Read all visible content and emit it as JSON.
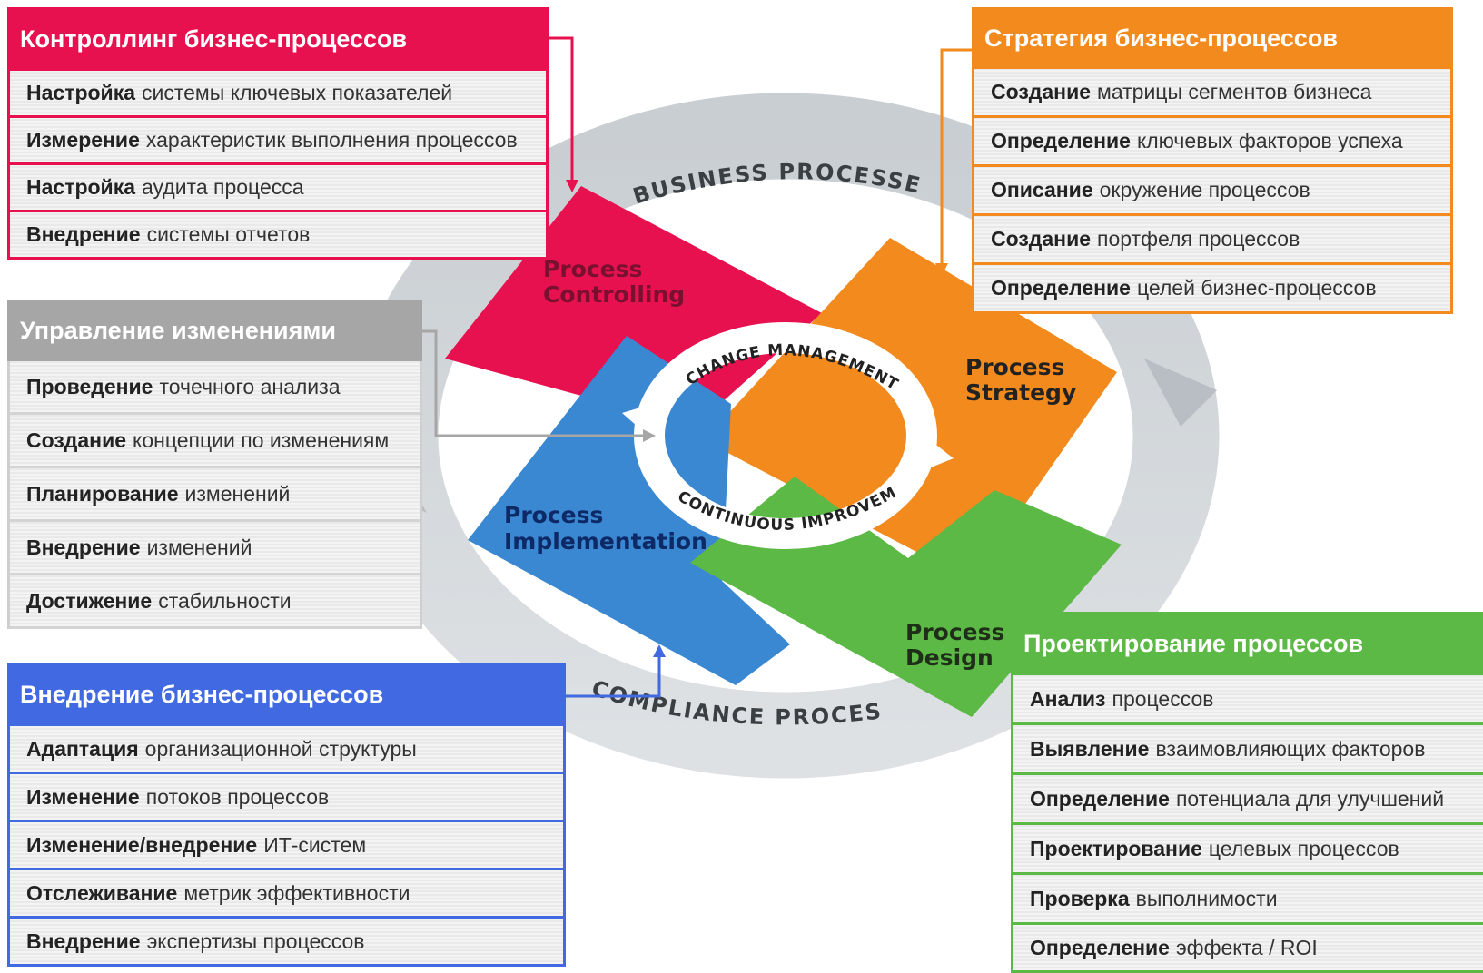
{
  "diagram": {
    "ring_top_label": "BUSINESS PROCESSES",
    "ring_bottom_label": "COMPLIANCE PROCESSES",
    "center_top_label": "CHANGE MANAGEMENT",
    "center_bottom_label": "CONTINUOUS IMPROVEMENT",
    "quadrants": {
      "controlling": [
        "Process",
        "Controlling"
      ],
      "strategy": [
        "Process",
        "Strategy"
      ],
      "implementation": [
        "Process",
        "Implementation"
      ],
      "design": [
        "Process",
        "Design"
      ]
    }
  },
  "panels": {
    "controlling": {
      "title": "Контроллинг бизнес-процессов",
      "color": "#e8114f",
      "items": [
        {
          "bold": "Настройка",
          "text": "системы ключевых показателей"
        },
        {
          "bold": "Измерение",
          "text": "характеристик выполнения процессов"
        },
        {
          "bold": "Настройка",
          "text": "аудита процесса"
        },
        {
          "bold": "Внедрение",
          "text": "системы отчетов"
        }
      ]
    },
    "change": {
      "title": "Управление изменениями",
      "color": "#a6a6a6",
      "items": [
        {
          "bold": "Проведение",
          "text": "точечного анализа"
        },
        {
          "bold": "Создание",
          "text": "концепции по изменениям"
        },
        {
          "bold": "Планирование",
          "text": "изменений"
        },
        {
          "bold": "Внедрение",
          "text": "изменений"
        },
        {
          "bold": "Достижение",
          "text": "стабильности"
        }
      ]
    },
    "implementation": {
      "title": "Внедрение бизнес-процессов",
      "color": "#4169e1",
      "items": [
        {
          "bold": "Адаптация",
          "text": "организационной структуры"
        },
        {
          "bold": "Изменение",
          "text": "потоков процессов"
        },
        {
          "bold": "Изменение/внедрение",
          "text": "ИТ-систем"
        },
        {
          "bold": "Отслеживание",
          "text": "метрик эффективности"
        },
        {
          "bold": "Внедрение",
          "text": "экспертизы процессов"
        }
      ]
    },
    "strategy": {
      "title": "Стратегия бизнес-процессов",
      "color": "#f28a1e",
      "items": [
        {
          "bold": "Создание",
          "text": "матрицы сегментов бизнеса"
        },
        {
          "bold": "Определение",
          "text": "ключевых факторов успеха"
        },
        {
          "bold": "Описание",
          "text": "окружение процессов"
        },
        {
          "bold": "Создание",
          "text": "портфеля процессов"
        },
        {
          "bold": "Определение",
          "text": "целей бизнес-процессов"
        }
      ]
    },
    "design": {
      "title": "Проектирование процессов",
      "color": "#5cb946",
      "items": [
        {
          "bold": "Анализ",
          "text": "процессов"
        },
        {
          "bold": "Выявление",
          "text": "взаимовлияющих факторов"
        },
        {
          "bold": "Определение",
          "text": "потенциала для улучшений"
        },
        {
          "bold": "Проектирование",
          "text": "целевых процессов"
        },
        {
          "bold": "Проверка",
          "text": "выполнимости"
        },
        {
          "bold": "Определение",
          "text": "эффекта / ROI"
        }
      ]
    }
  }
}
